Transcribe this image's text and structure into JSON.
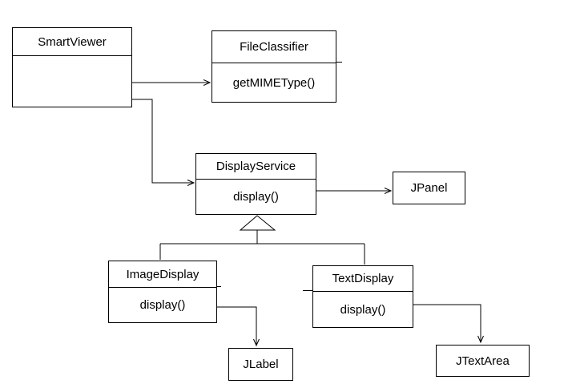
{
  "nodes": {
    "smart_viewer": {
      "title": "SmartViewer",
      "body": ""
    },
    "file_classifier": {
      "title": "FileClassifier",
      "body": "getMIMEType()"
    },
    "display_service": {
      "title": "DisplayService",
      "body": "display()"
    },
    "jpanel": {
      "title": "JPanel"
    },
    "image_display": {
      "title": "ImageDisplay",
      "body": "display()"
    },
    "text_display": {
      "title": "TextDisplay",
      "body": "display()"
    },
    "jlabel": {
      "title": "JLabel"
    },
    "jtextarea": {
      "title": "JTextArea"
    }
  },
  "relationships": [
    {
      "from": "SmartViewer",
      "to": "FileClassifier",
      "type": "dependency-arrow"
    },
    {
      "from": "SmartViewer",
      "to": "DisplayService",
      "type": "dependency-arrow"
    },
    {
      "from": "DisplayService",
      "to": "JPanel",
      "type": "dependency-arrow"
    },
    {
      "from": "ImageDisplay",
      "to": "DisplayService",
      "type": "generalization"
    },
    {
      "from": "TextDisplay",
      "to": "DisplayService",
      "type": "generalization"
    },
    {
      "from": "ImageDisplay",
      "to": "JLabel",
      "type": "dependency-arrow"
    },
    {
      "from": "TextDisplay",
      "to": "JTextArea",
      "type": "dependency-arrow"
    }
  ],
  "colors": {
    "stroke": "#000000",
    "text": "#000000",
    "background": "#ffffff",
    "box_fill": "#ffffff"
  }
}
